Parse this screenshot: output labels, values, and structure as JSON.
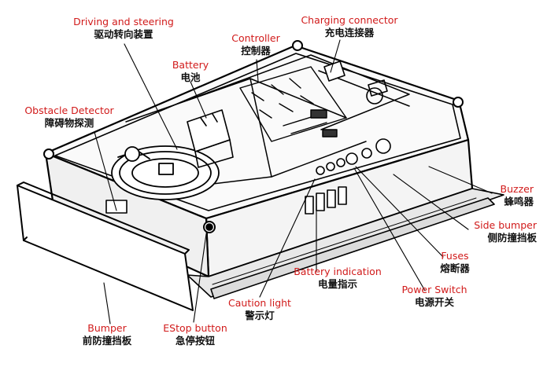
{
  "labels": {
    "driving_steering": {
      "en": "Driving and steering",
      "zh": "驱动转向装置"
    },
    "controller": {
      "en": "Controller",
      "zh": "控制器"
    },
    "charging_connector": {
      "en": "Charging connector",
      "zh": "充电连接器"
    },
    "battery": {
      "en": "Battery",
      "zh": "电池"
    },
    "obstacle_detector": {
      "en": "Obstacle Detector",
      "zh": "障碍物探测"
    },
    "buzzer": {
      "en": "Buzzer",
      "zh": "蜂鸣器"
    },
    "side_bumper": {
      "en": "Side bumper",
      "zh": "侧防撞挡板"
    },
    "fuses": {
      "en": "Fuses",
      "zh": "熔断器"
    },
    "battery_indication": {
      "en": "Battery indication",
      "zh": "电量指示"
    },
    "power_switch": {
      "en": "Power Switch",
      "zh": "电源开关"
    },
    "caution_light": {
      "en": "Caution light",
      "zh": "警示灯"
    },
    "bumper": {
      "en": "Bumper",
      "zh": "前防撞挡板"
    },
    "estop_button": {
      "en": "EStop button",
      "zh": "急停按钮"
    }
  },
  "colors": {
    "label_en": "#d11a1a",
    "label_zh": "#111111",
    "line": "#000000"
  }
}
